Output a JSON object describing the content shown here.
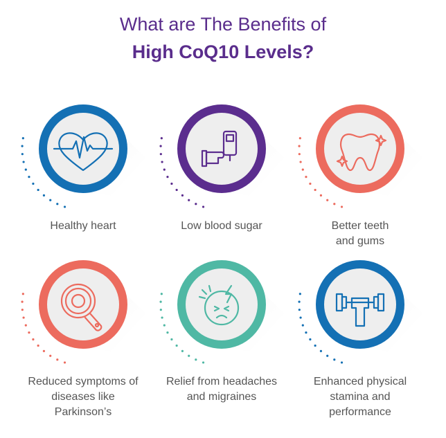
{
  "title": {
    "line1": "What are The Benefits of",
    "line2": "High CoQ10 Levels?"
  },
  "items": [
    {
      "label": "Healthy heart",
      "icon": "heart-pulse-icon",
      "color": "#1470b4"
    },
    {
      "label": "Low blood sugar",
      "icon": "glucose-meter-icon",
      "color": "#5b2d8e"
    },
    {
      "label": "Better teeth and gums",
      "icon": "tooth-icon",
      "color": "#ec6b5e"
    },
    {
      "label": "Reduced symptoms of diseases like Parkinson’s",
      "icon": "magnifier-virus-icon",
      "color": "#ec6b5e"
    },
    {
      "label": "Relief from headaches and migraines",
      "icon": "headache-icon",
      "color": "#4fb8a4"
    },
    {
      "label": "Enhanced physical stamina and performance",
      "icon": "dumbbell-icon",
      "color": "#1470b4"
    }
  ]
}
